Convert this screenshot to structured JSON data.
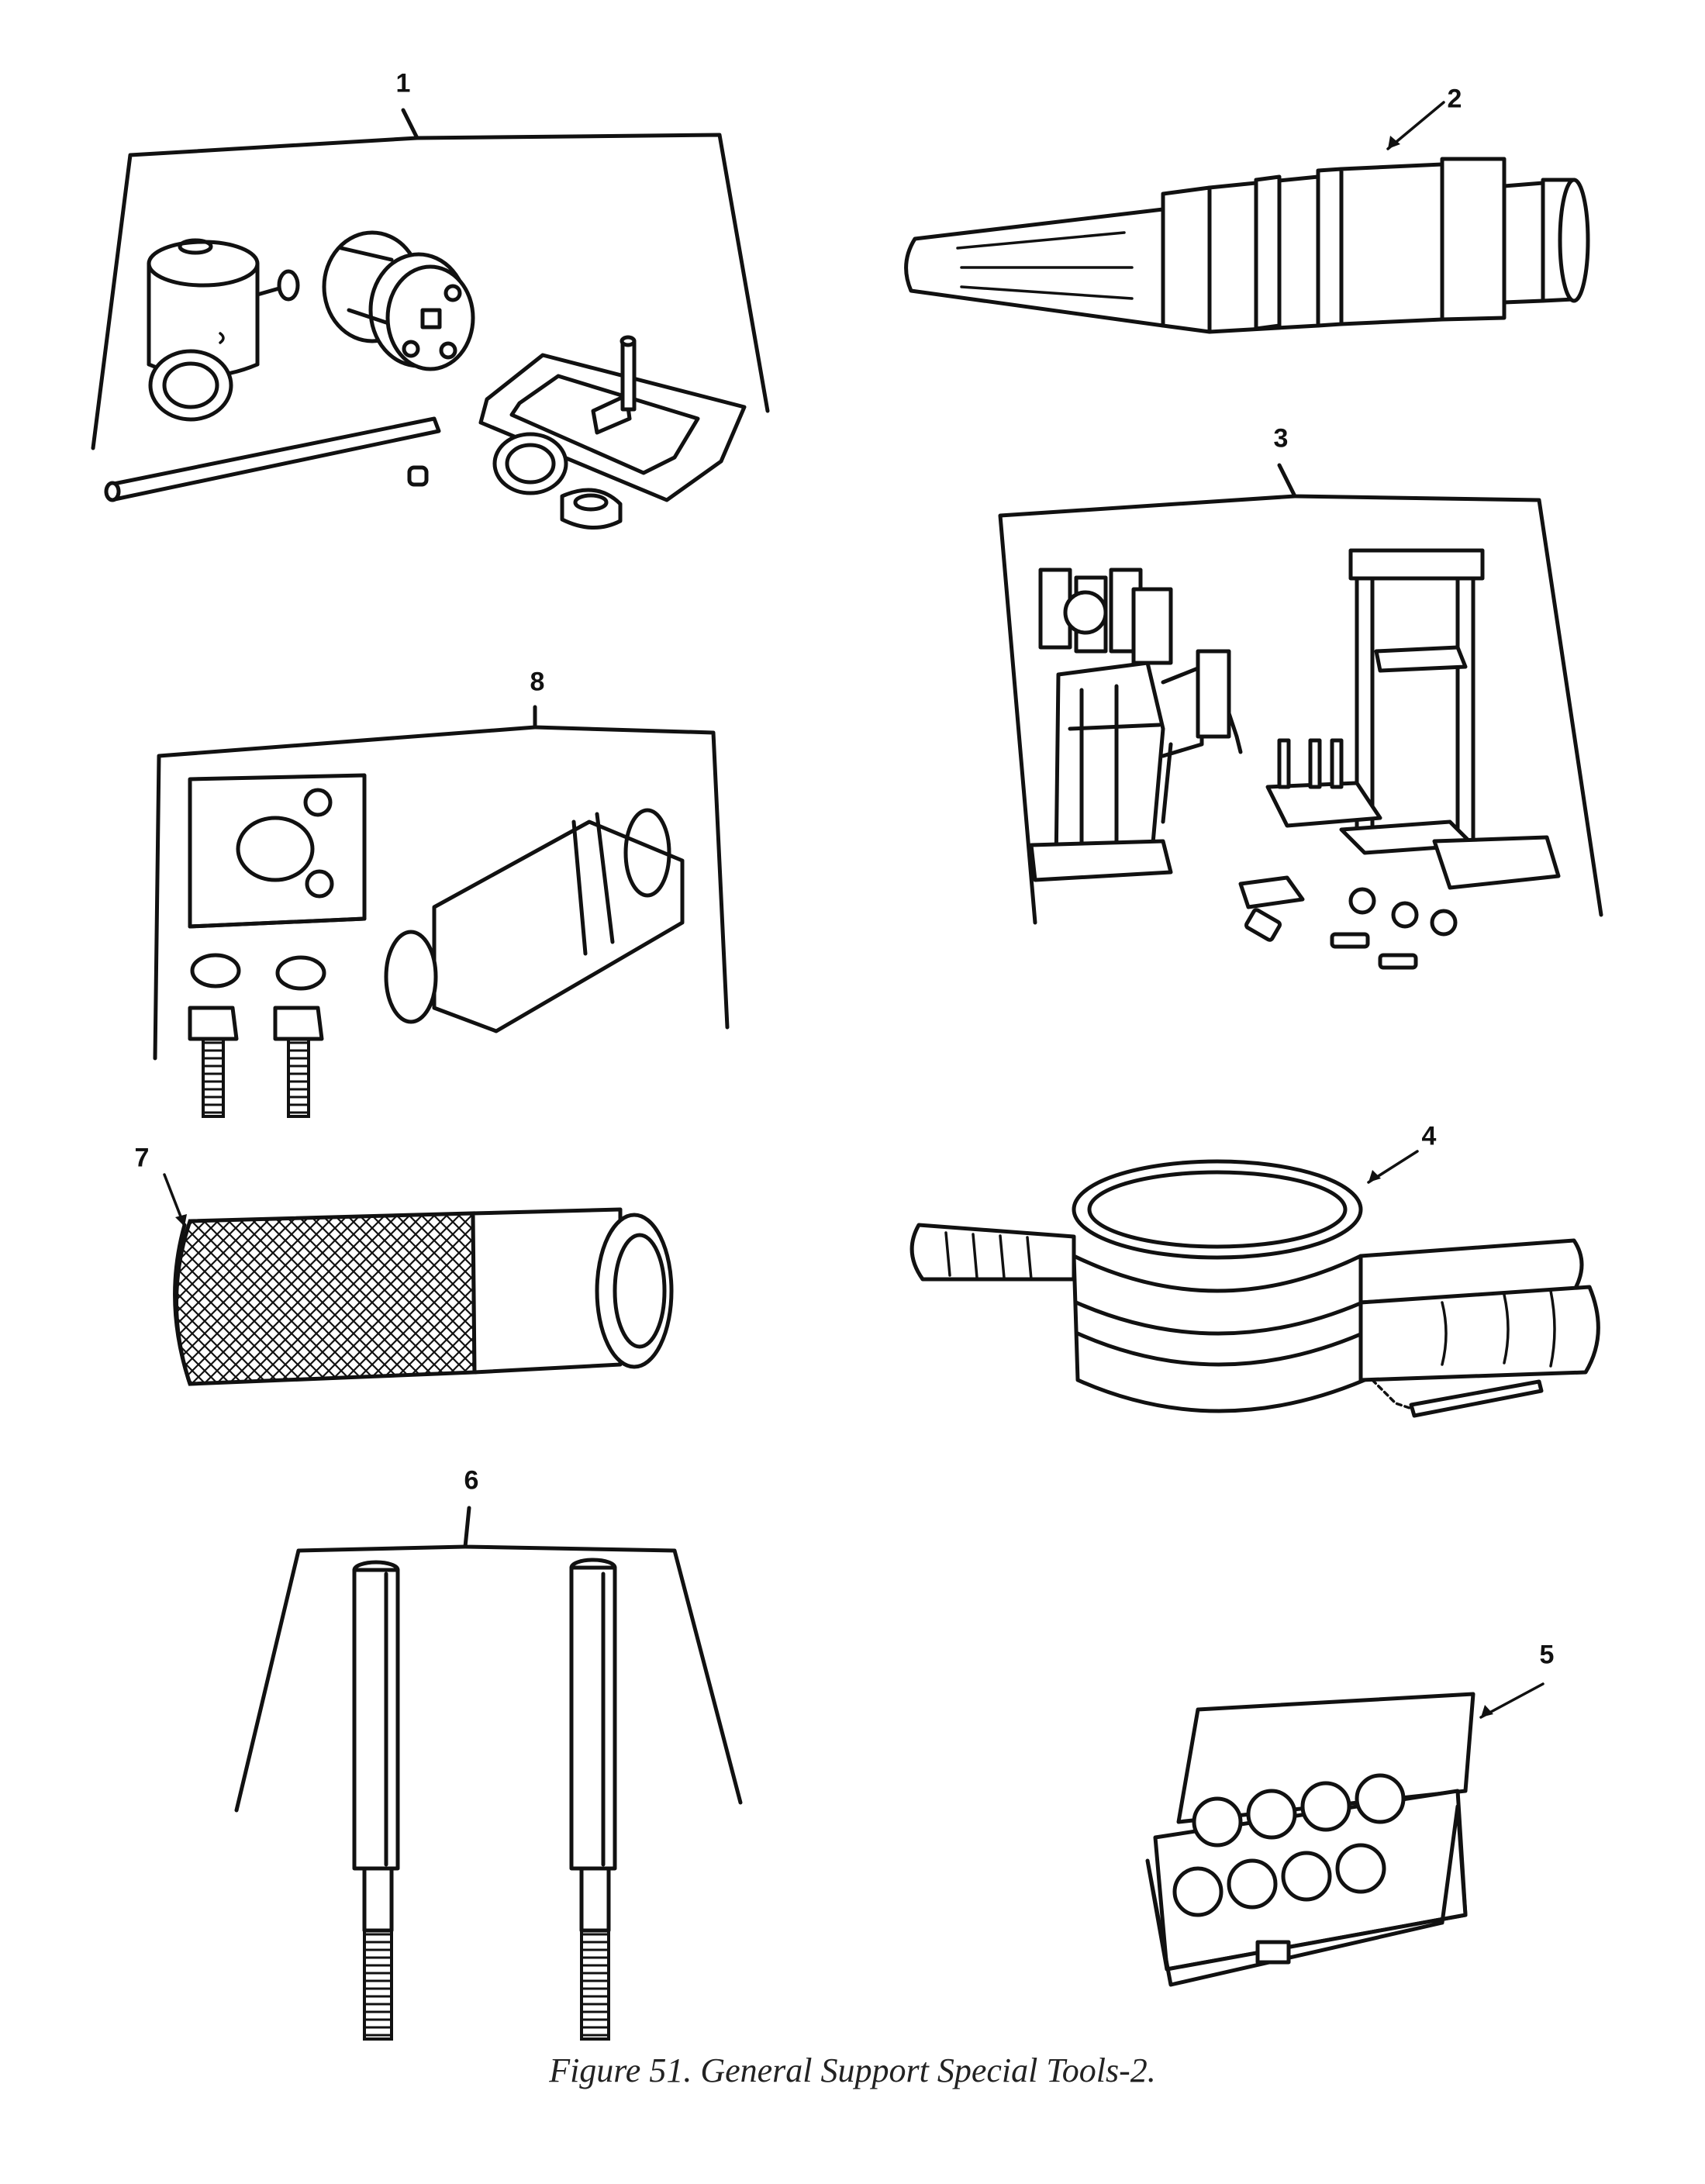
{
  "figure": {
    "caption": "Figure 51. General Support Special Tools-2.",
    "callouts": [
      {
        "id": "1",
        "label": "1"
      },
      {
        "id": "2",
        "label": "2"
      },
      {
        "id": "3",
        "label": "3"
      },
      {
        "id": "4",
        "label": "4"
      },
      {
        "id": "5",
        "label": "5"
      },
      {
        "id": "6",
        "label": "6"
      },
      {
        "id": "7",
        "label": "7"
      },
      {
        "id": "8",
        "label": "8"
      }
    ]
  }
}
